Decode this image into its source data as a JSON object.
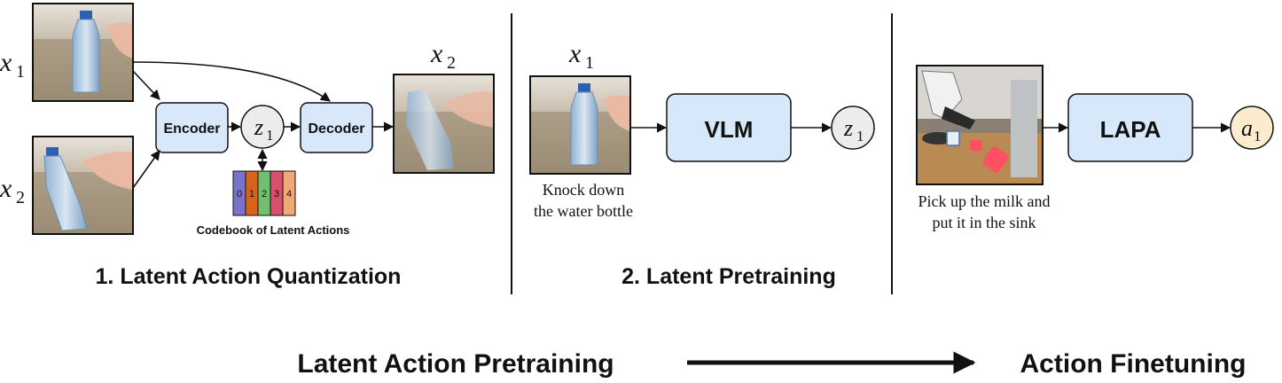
{
  "symbols": {
    "x_letter": "x",
    "z_letter": "z",
    "a_letter": "a",
    "sub_1": "1",
    "sub_2": "2"
  },
  "quantization": {
    "encoder_label": "Encoder",
    "decoder_label": "Decoder",
    "codebook_indices": [
      "0",
      "1",
      "2",
      "3",
      "4"
    ],
    "codebook_colors": [
      "#7b73c9",
      "#d9621a",
      "#6fbf6f",
      "#d9506f",
      "#f0a877"
    ],
    "codebook_caption": "Codebook of Latent Actions",
    "section_title": "1. Latent Action Quantization"
  },
  "pretraining": {
    "model_label": "VLM",
    "caption_line1": "Knock down",
    "caption_line2": "the water bottle",
    "section_title": "2. Latent Pretraining"
  },
  "finetuning": {
    "model_label": "LAPA",
    "caption_line1": "Pick up the milk and",
    "caption_line2": "put it in the sink"
  },
  "colors": {
    "box_fill": "#d8e8fb",
    "circle_fill": "#ececec",
    "action_circle_fill": "#fdebcd"
  },
  "bottom": {
    "left_label": "Latent Action Pretraining",
    "right_label": "Action Finetuning"
  }
}
